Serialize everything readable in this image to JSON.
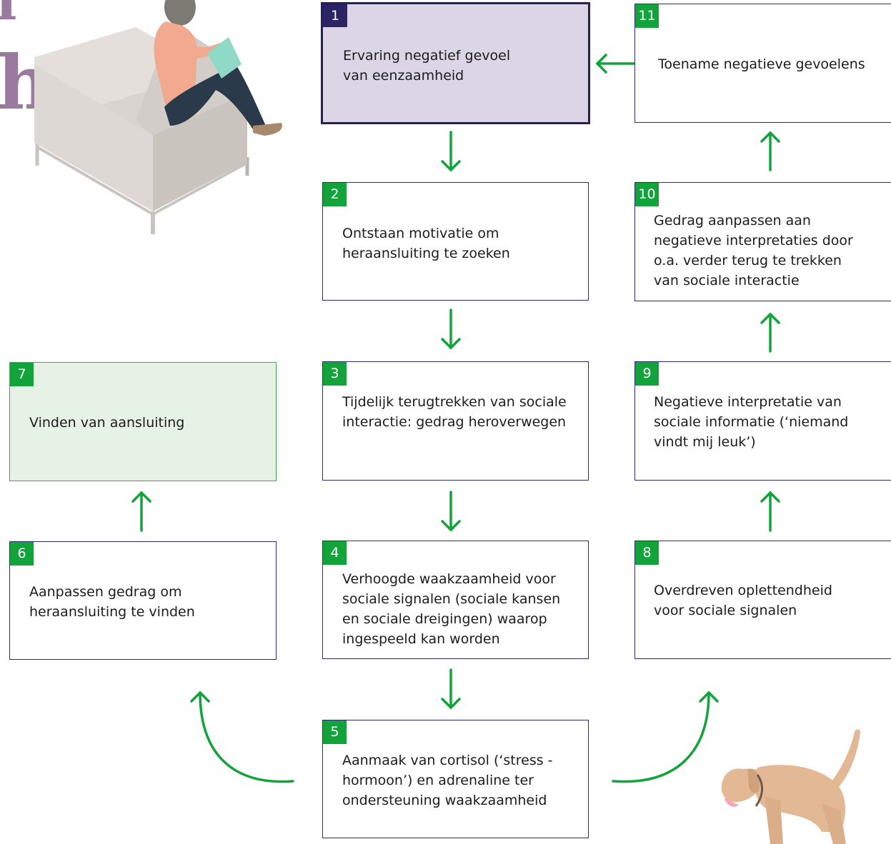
{
  "title_fragments": [
    "l",
    "heid"
  ],
  "colors": {
    "accent_green": "#12a33b",
    "box_border": "#2e2a7a",
    "highlight_fill": "#dbd5e6",
    "found_fill": "#e7f2e6",
    "title_purple": "#9b7aa0"
  },
  "steps": [
    {
      "number": "1",
      "text": "Ervaring negatief gevoel\nvan eenzaamheid"
    },
    {
      "number": "2",
      "text": "Ontstaan motivatie om\nheraansluiting te zoeken"
    },
    {
      "number": "3",
      "text": "Tijdelijk terugtrekken van sociale\ninteractie: gedrag heroverwegen"
    },
    {
      "number": "4",
      "text": "Verhoogde waakzaamheid voor\nsociale signalen (sociale kansen\nen sociale dreigingen) waarop\ningespeeld kan worden"
    },
    {
      "number": "5",
      "text": "Aanmaak van cortisol (‘stress    -\nhormoon’) en adrenaline ter\nondersteuning waakzaamheid"
    },
    {
      "number": "6",
      "text": "Aanpassen gedrag om\nheraansluiting te vinden"
    },
    {
      "number": "7",
      "text": "Vinden van aansluiting"
    },
    {
      "number": "8",
      "text": "Overdreven oplettendheid\nvoor sociale signalen"
    },
    {
      "number": "9",
      "text": "Negatieve interpretatie van\nsociale informatie (‘niemand\nvindt mij leuk’)"
    },
    {
      "number": "10",
      "text": "Gedrag aanpassen aan\nnegatieve interpretaties door\no.a. verder terug te trekken\nvan sociale interactie"
    },
    {
      "number": "11",
      "text": "Toename negatieve gevoelens"
    }
  ],
  "illustrations": [
    "woman-in-armchair-illustration",
    "dog-illustration"
  ]
}
